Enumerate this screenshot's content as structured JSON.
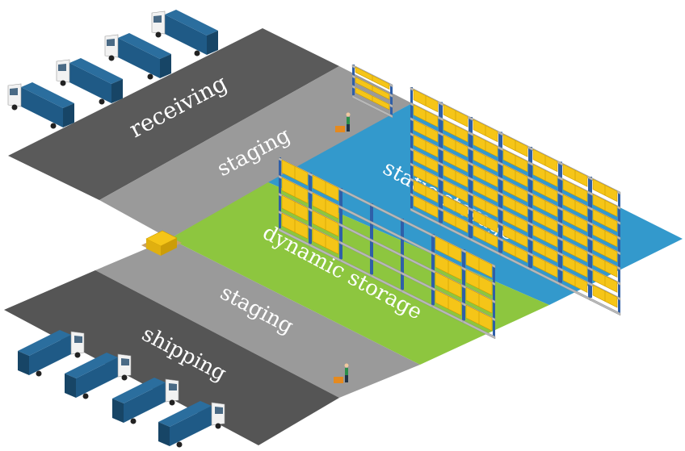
{
  "zones": {
    "receiving": {
      "label": "receiving",
      "color": "#5a5a5a"
    },
    "staging_top": {
      "label": "staging",
      "color": "#9a9a9a"
    },
    "static_storage": {
      "label": "static storage",
      "color": "#3399cc"
    },
    "dynamic_storage": {
      "label": "dynamic storage",
      "color": "#8dc63f"
    },
    "staging_bottom": {
      "label": "staging",
      "color": "#9a9a9a"
    },
    "shipping": {
      "label": "shipping",
      "color": "#555555"
    }
  },
  "colors": {
    "truck_body": "#1f5a86",
    "truck_cab": "#f2f2f2",
    "box": "#f5c518",
    "rack_frame": "#2f5fa8",
    "shelf": "#b8b8b8",
    "worker": "#2a8f4a"
  },
  "icons": {
    "truck": "truck-icon",
    "pallet": "pallet-icon",
    "rack": "rack-icon",
    "worker": "worker-with-cart-icon"
  }
}
